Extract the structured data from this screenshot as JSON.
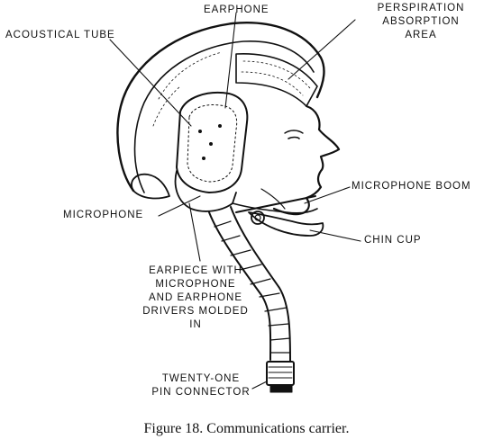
{
  "labels": {
    "earphone": "EARPHONE",
    "perspiration_1": "PERSPIRATION",
    "perspiration_2": "ABSORPTION",
    "perspiration_3": "AREA",
    "acoustical_tube": "ACOUSTICAL TUBE",
    "microphone_boom": "MICROPHONE BOOM",
    "microphone": "MICROPHONE",
    "chin_cup": "CHIN CUP",
    "earpiece_1": "EARPIECE WITH",
    "earpiece_2": "MICROPHONE",
    "earpiece_3": "AND EARPHONE",
    "earpiece_4": "DRIVERS MOLDED",
    "earpiece_5": "IN",
    "connector_1": "TWENTY-ONE",
    "connector_2": "PIN CONNECTOR"
  },
  "caption": "Figure 18.  Communications carrier."
}
